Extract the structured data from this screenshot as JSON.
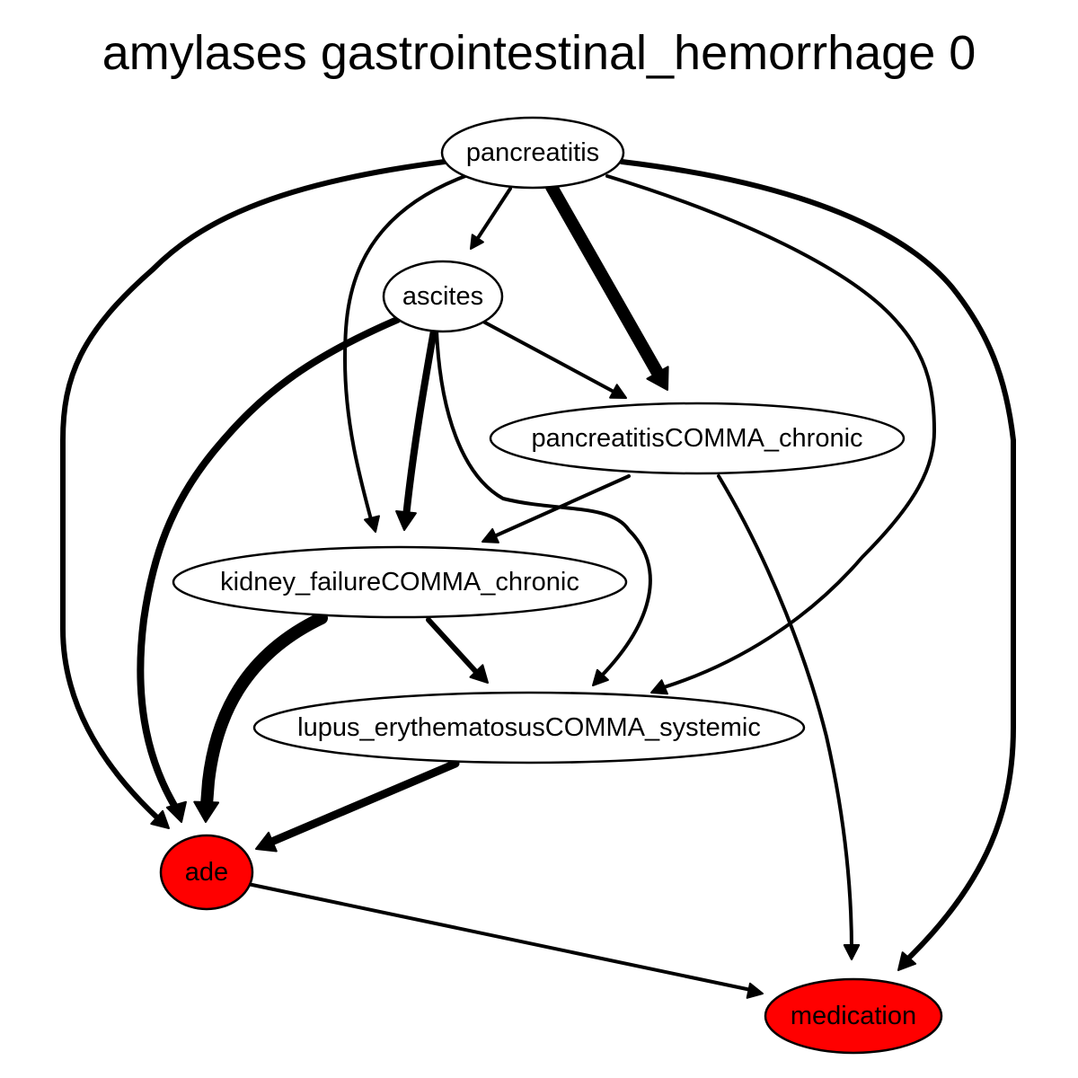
{
  "title": "amylases gastrointestinal_hemorrhage 0",
  "colors": {
    "highlight": "#ff0000",
    "default_fill": "#ffffff",
    "stroke": "#000000"
  },
  "nodes": [
    {
      "id": "pancreatitis",
      "label": "pancreatitis",
      "highlight": false
    },
    {
      "id": "ascites",
      "label": "ascites",
      "highlight": false
    },
    {
      "id": "pancreatitis_chronic",
      "label": "pancreatitisCOMMA_chronic",
      "highlight": false
    },
    {
      "id": "kidney_failure_chronic",
      "label": "kidney_failureCOMMA_chronic",
      "highlight": false
    },
    {
      "id": "lupus_sle",
      "label": "lupus_erythematosusCOMMA_systemic",
      "highlight": false
    },
    {
      "id": "ade",
      "label": "ade",
      "highlight": true
    },
    {
      "id": "medication",
      "label": "medication",
      "highlight": true
    }
  ],
  "edges": [
    {
      "from": "pancreatitis",
      "to": "ascites"
    },
    {
      "from": "pancreatitis",
      "to": "pancreatitis_chronic"
    },
    {
      "from": "pancreatitis",
      "to": "kidney_failure_chronic"
    },
    {
      "from": "pancreatitis",
      "to": "lupus_sle"
    },
    {
      "from": "pancreatitis",
      "to": "ade"
    },
    {
      "from": "pancreatitis",
      "to": "medication"
    },
    {
      "from": "ascites",
      "to": "pancreatitis_chronic"
    },
    {
      "from": "ascites",
      "to": "kidney_failure_chronic"
    },
    {
      "from": "ascites",
      "to": "lupus_sle"
    },
    {
      "from": "ascites",
      "to": "ade"
    },
    {
      "from": "pancreatitis_chronic",
      "to": "kidney_failure_chronic"
    },
    {
      "from": "pancreatitis_chronic",
      "to": "medication"
    },
    {
      "from": "kidney_failure_chronic",
      "to": "lupus_sle"
    },
    {
      "from": "kidney_failure_chronic",
      "to": "ade"
    },
    {
      "from": "lupus_sle",
      "to": "ade"
    },
    {
      "from": "ade",
      "to": "medication"
    }
  ]
}
